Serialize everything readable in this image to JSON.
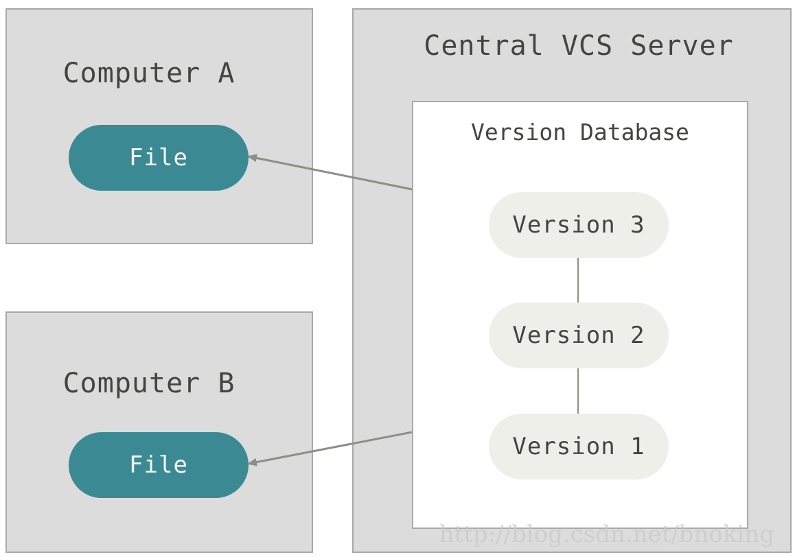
{
  "computer_a": {
    "title": "Computer A",
    "file_label": "File"
  },
  "computer_b": {
    "title": "Computer B",
    "file_label": "File"
  },
  "server": {
    "title": "Central VCS Server",
    "database": {
      "title": "Version Database",
      "versions": [
        "Version 3",
        "Version 2",
        "Version 1"
      ]
    }
  },
  "watermark": "http://blog.csdn.net/bnoking",
  "colors": {
    "panel_fill": "#dcdcdc",
    "panel_border": "#a9a9a9",
    "file_fill": "#3b8a93",
    "version_fill": "#efefea",
    "arrow": "#8e8e88"
  }
}
